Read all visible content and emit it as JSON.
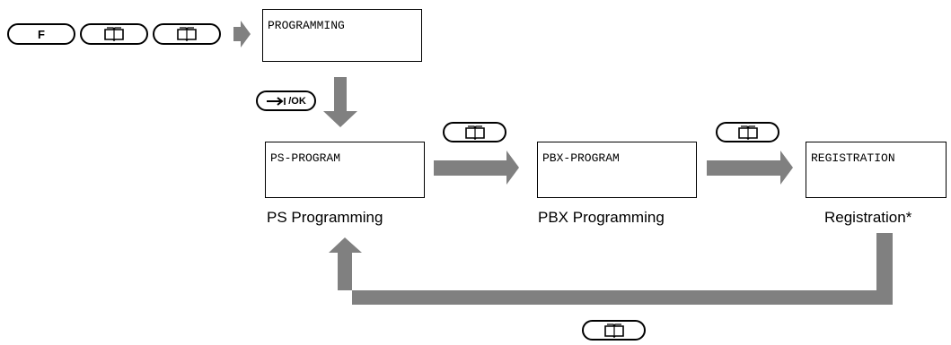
{
  "keys": {
    "function_key_label": "F",
    "ok_key_label": "/OK",
    "phonebook_icon": "phonebook-icon",
    "right_arrow_icon": "right-arrow-icon"
  },
  "screens": {
    "programming": "PROGRAMMING",
    "ps_program": "PS-PROGRAM",
    "pbx_program": "PBX-PROGRAM",
    "registration": "REGISTRATION"
  },
  "captions": {
    "ps": "PS Programming",
    "pbx": "PBX Programming",
    "registration": "Registration*"
  },
  "colors": {
    "arrow": "#808080",
    "line": "#000000",
    "background": "#ffffff"
  }
}
